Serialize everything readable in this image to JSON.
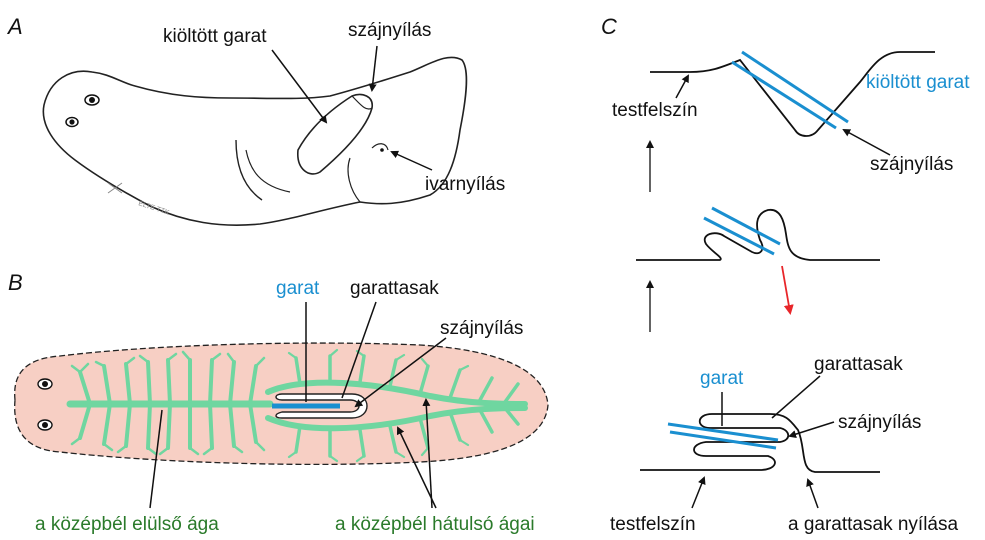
{
  "panels": {
    "a": {
      "letter": "A",
      "labels": {
        "everted_pharynx": "kiöltött garat",
        "mouth": "szájnyílás",
        "genital_pore": "ivarnyílás"
      },
      "signature": "ELTE TTK"
    },
    "b": {
      "letter": "B",
      "labels": {
        "pharynx": "garat",
        "pharyngeal_pouch": "garattasak",
        "mouth": "szájnyílás",
        "anterior_branch": "a középbél elülső ága",
        "posterior_branches": "a középbél hátulsó ágai"
      }
    },
    "c": {
      "letter": "C",
      "labels": {
        "body_surface_top": "testfelszín",
        "everted_pharynx": "kiöltött garat",
        "mouth_top": "szájnyílás",
        "pharynx": "garat",
        "pharyngeal_pouch": "garattasak",
        "mouth_bottom": "szájnyílás",
        "body_surface_bottom": "testfelszín",
        "pouch_opening": "a garattasak nyílása"
      }
    }
  },
  "colors": {
    "pharynx_blue": "#1a8fd0",
    "gut_green": "#6fd6a0",
    "body_pink": "#f7cfc4",
    "label_green": "#2a7a2a",
    "arrow_red": "#e8262a"
  }
}
